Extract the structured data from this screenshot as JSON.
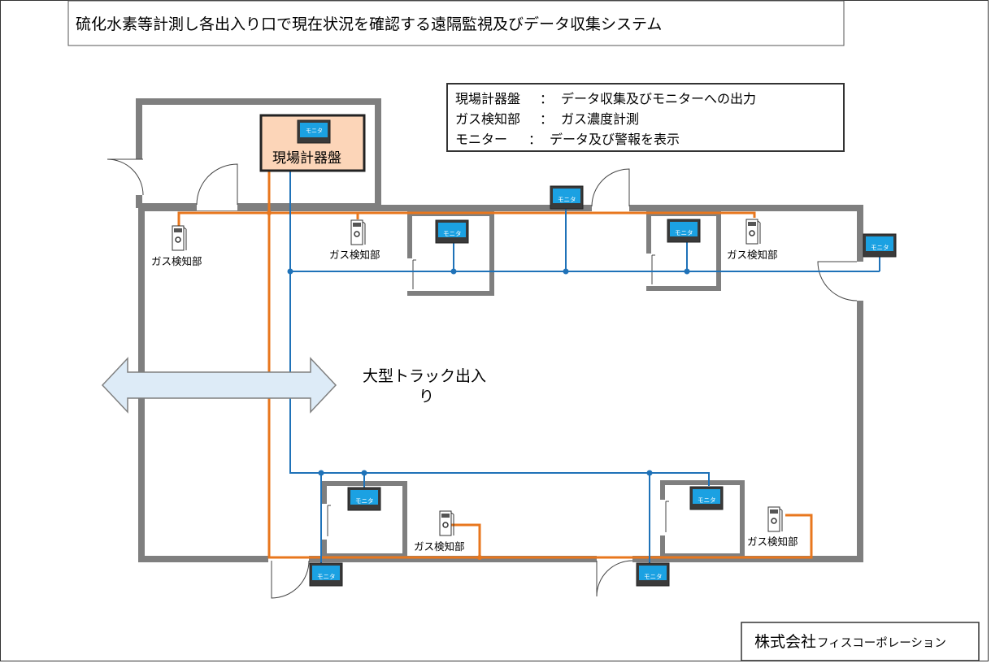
{
  "title": "硫化水素等計測し各出入り口で現在状況を確認する遠隔監視及びデータ収集システム",
  "legend": [
    {
      "term": "現場計器盤",
      "sep": "：",
      "desc": "データ収集及びモニターへの出力"
    },
    {
      "term": "ガス検知部",
      "sep": "：",
      "desc": "ガス濃度計測"
    },
    {
      "term": "モニター",
      "sep": "：",
      "desc": "データ及び警報を表示"
    }
  ],
  "panel": {
    "label": "現場計器盤"
  },
  "monitor_label": "モニタ",
  "gas_label": "ガス検知部",
  "truck": {
    "line1": "大型トラック出入",
    "line2": "り"
  },
  "company": {
    "main": "株式会社",
    "sub": "フィスコーポレーション"
  },
  "colors": {
    "orange_line": "#E8771E",
    "blue_line": "#1F72B8",
    "wall": "#7F7F7F",
    "panel_fill": "#FCD5B8",
    "monitor_screen": "#1BA1E2",
    "arrow_fill": "#DDEBF7"
  }
}
